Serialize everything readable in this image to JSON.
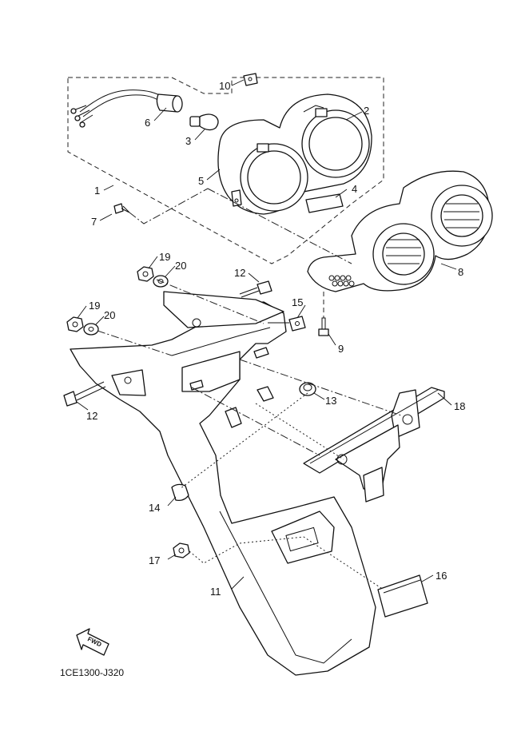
{
  "diagram": {
    "drawing_code": "1CE1300-J320",
    "fwd_label": "FWD",
    "callouts": {
      "c1": "1",
      "c2": "2",
      "c3": "3",
      "c4": "4",
      "c5": "5",
      "c6": "6",
      "c7": "7",
      "c8": "8",
      "c9": "9",
      "c10": "10",
      "c11": "11",
      "c12a": "12",
      "c12b": "12",
      "c13": "13",
      "c14": "14",
      "c15": "15",
      "c16": "16",
      "c17": "17",
      "c18": "18",
      "c19a": "19",
      "c19b": "19",
      "c20a": "20",
      "c20b": "20"
    }
  }
}
